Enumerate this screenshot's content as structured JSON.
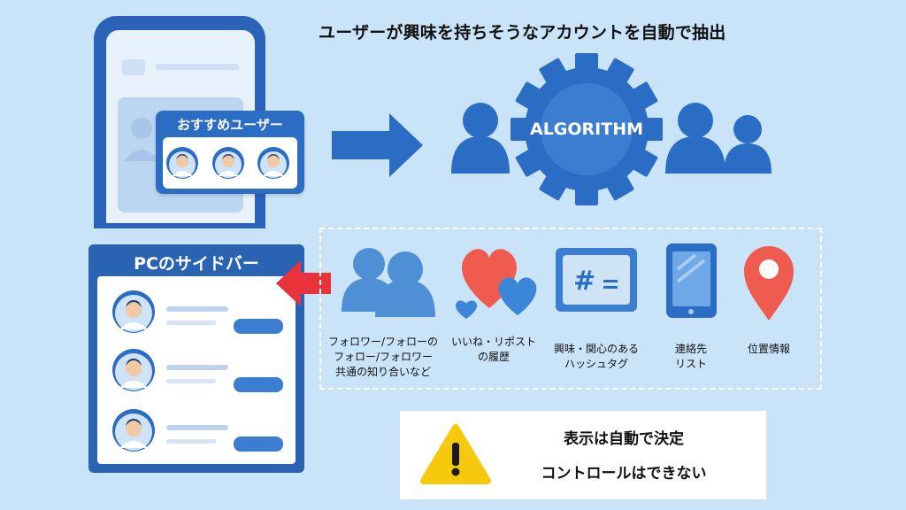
{
  "title": "ユーザーが興味を持ちそうなアカウントを自動で抽出",
  "phone": {
    "card_title": "おすすめユーザー"
  },
  "sidebar": {
    "title": "PCのサイドバー"
  },
  "algorithm": {
    "label": "ALGORITHM"
  },
  "signals": [
    {
      "label": "フォロワー/フォローの\nフォロー/フォロワー\n共通の知り合いなど",
      "icon": "people-icon"
    },
    {
      "label": "いいね・リポスト\nの履歴",
      "icon": "hearts-icon"
    },
    {
      "label": "興味・関心のある\nハッシュタグ",
      "icon": "hashtag-icon"
    },
    {
      "label": "連絡先\nリスト",
      "icon": "smartphone-icon"
    },
    {
      "label": "位置情報",
      "icon": "location-pin-icon"
    }
  ],
  "warning": {
    "line1": "表示は自動で決定",
    "line2": "コントロールはできない"
  },
  "colors": {
    "background": "#c9e3f8",
    "primary": "#2b6cc4",
    "arrow_red": "#e8333a",
    "warning_yellow": "#f7c90c"
  }
}
